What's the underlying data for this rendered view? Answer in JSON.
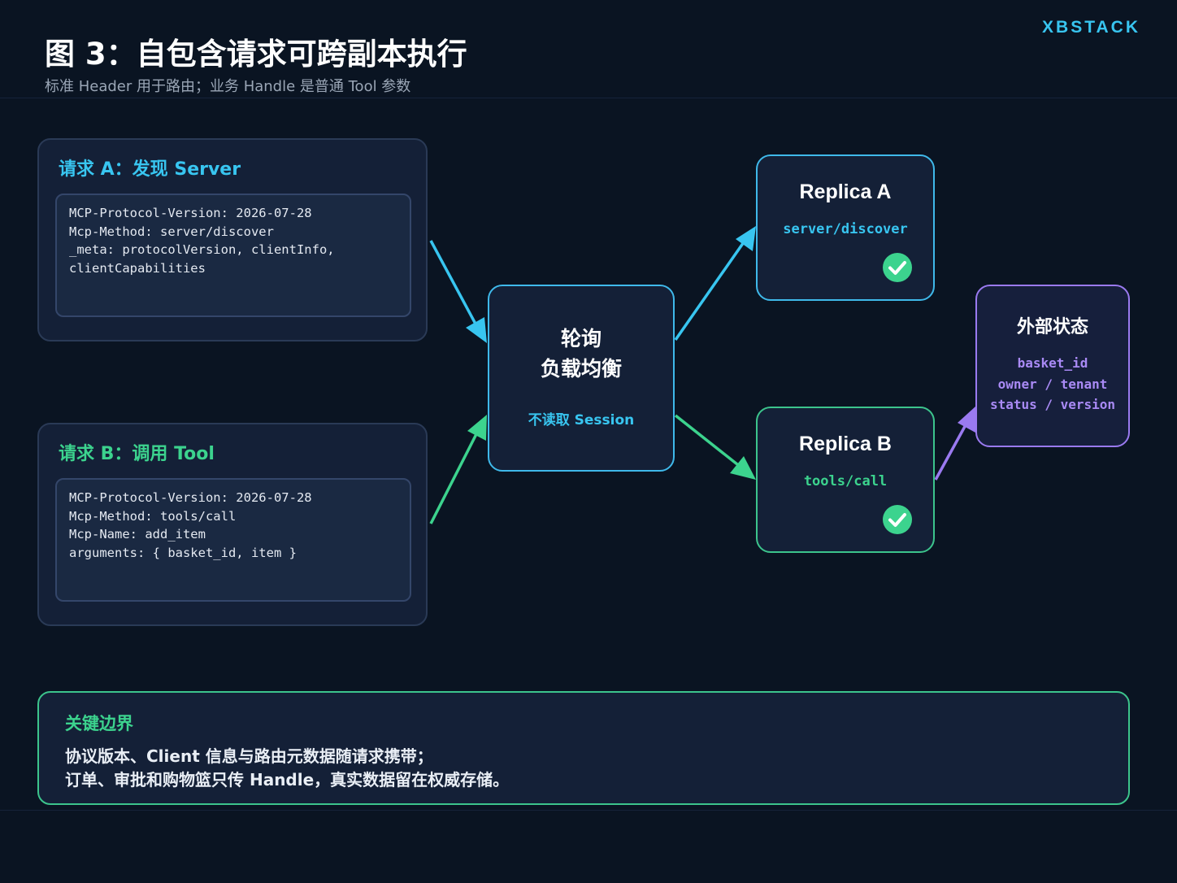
{
  "brand": "XBSTACK",
  "title": "图 3：自包含请求可跨副本执行",
  "subtitle": "标准 Header 用于路由；业务 Handle 是普通 Tool 参数",
  "colors": {
    "background": "#0a1422",
    "panel": "#142037",
    "cyan": "#38c5f0",
    "green": "#3cd38e",
    "purple": "#a98af5"
  },
  "request_a": {
    "title": "请求 A：发现 Server",
    "lines": [
      "MCP-Protocol-Version: 2026-07-28",
      "Mcp-Method: server/discover",
      "_meta: protocolVersion, clientInfo,",
      "clientCapabilities"
    ]
  },
  "request_b": {
    "title": "请求 B：调用 Tool",
    "lines": [
      "MCP-Protocol-Version: 2026-07-28",
      "Mcp-Method: tools/call",
      "Mcp-Name: add_item",
      "arguments: { basket_id, item }"
    ]
  },
  "load_balancer": {
    "lines": [
      "轮询",
      "负载均衡"
    ],
    "note": "不读取 Session"
  },
  "replica_a": {
    "title": "Replica A",
    "method": "server/discover",
    "status_icon": "check-circle-icon"
  },
  "replica_b": {
    "title": "Replica B",
    "method": "tools/call",
    "status_icon": "check-circle-icon"
  },
  "external_state": {
    "title": "外部状态",
    "fields": [
      "basket_id",
      "owner / tenant",
      "status / version"
    ]
  },
  "boundary": {
    "title": "关键边界",
    "lines": [
      "协议版本、Client 信息与路由元数据随请求携带；",
      "订单、审批和购物篮只传 Handle，真实数据留在权威存储。"
    ]
  }
}
